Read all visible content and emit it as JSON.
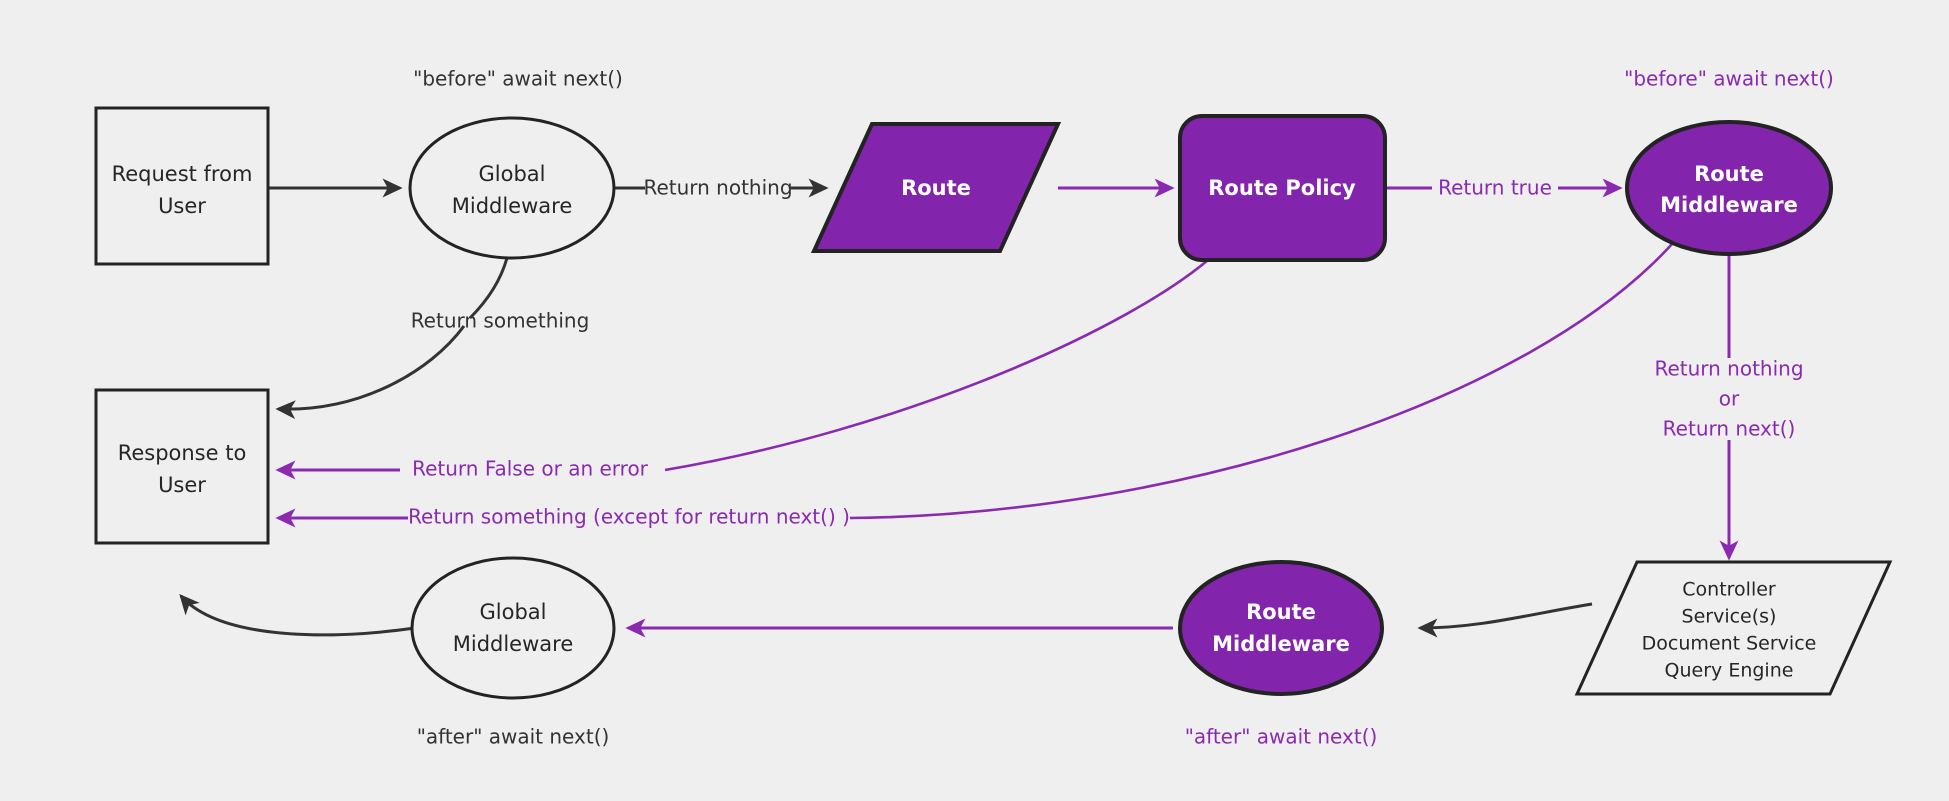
{
  "diagram": {
    "title": "Middleware Request/Response Flow",
    "background_color": "#efefef",
    "accent_purple": "#8324ad",
    "edge_purple": "#8a2ab0",
    "dark": "#232323"
  },
  "nodes": {
    "request_from_user": {
      "line1": "Request from",
      "line2": "User",
      "shape": "rectangle"
    },
    "global_middleware_top": {
      "line1": "Global",
      "line2": "Middleware",
      "shape": "ellipse"
    },
    "route": {
      "line1": "Route",
      "shape": "parallelogram"
    },
    "route_policy": {
      "line1": "Route Policy",
      "shape": "rounded-rectangle"
    },
    "route_middleware_top": {
      "line1": "Route",
      "line2": "Middleware",
      "shape": "ellipse"
    },
    "response_to_user": {
      "line1": "Response to",
      "line2": "User",
      "shape": "rectangle"
    },
    "global_middleware_bottom": {
      "line1": "Global",
      "line2": "Middleware",
      "shape": "ellipse"
    },
    "route_middleware_bottom": {
      "line1": "Route",
      "line2": "Middleware",
      "shape": "ellipse"
    },
    "controller": {
      "line1": "Controller",
      "line2": "Service(s)",
      "line3": "Document Service",
      "line4": "Query Engine",
      "shape": "parallelogram"
    }
  },
  "annotations": {
    "before_await_next_global": "\"before\" await next()",
    "before_await_next_route": "\"before\" await next()",
    "after_await_next_global": "\"after\" await next()",
    "after_await_next_route": "\"after\" await next()"
  },
  "edge_labels": {
    "return_nothing": "Return nothing",
    "return_something": "Return something",
    "return_true": "Return true",
    "return_false_or_error": "Return False or an error",
    "return_something_except": "Return something (except for return next() )",
    "return_nothing_or_next_1": "Return nothing",
    "return_nothing_or_next_2": "or",
    "return_nothing_or_next_3": "Return next()"
  }
}
